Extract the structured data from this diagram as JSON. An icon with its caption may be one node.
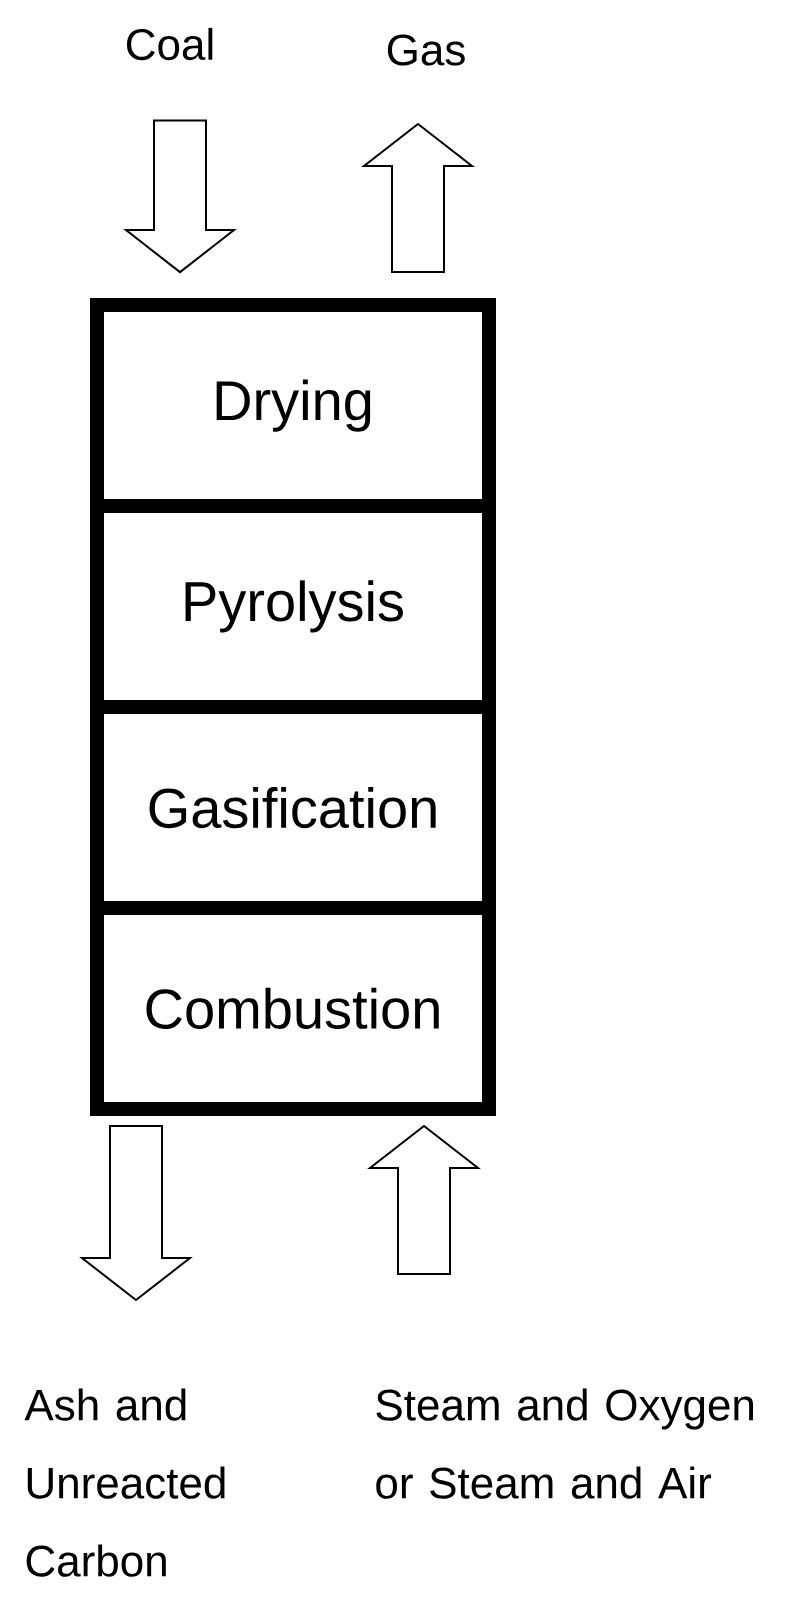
{
  "diagram": {
    "nodes": [
      {
        "text": [
          "Coal"
        ]
      },
      {
        "text": [
          "Gas"
        ]
      },
      {
        "text": [
          "Drying"
        ]
      },
      {
        "text": [
          "Pyrolysis"
        ]
      },
      {
        "text": [
          "Gasification"
        ]
      },
      {
        "text": [
          "Combustion"
        ]
      },
      {
        "text": [
          "Ash and Unreacted Carbon"
        ]
      },
      {
        "text": [
          "Steam and Oxygen or Steam and Air"
        ]
      }
    ],
    "edges": [
      {
        "from": 0,
        "to": 2,
        "arrow": "to"
      },
      {
        "from": 2,
        "to": 1,
        "arrow": "to"
      },
      {
        "from": 5,
        "to": 6,
        "arrow": "to"
      },
      {
        "from": 7,
        "to": 5,
        "arrow": "to"
      }
    ]
  }
}
